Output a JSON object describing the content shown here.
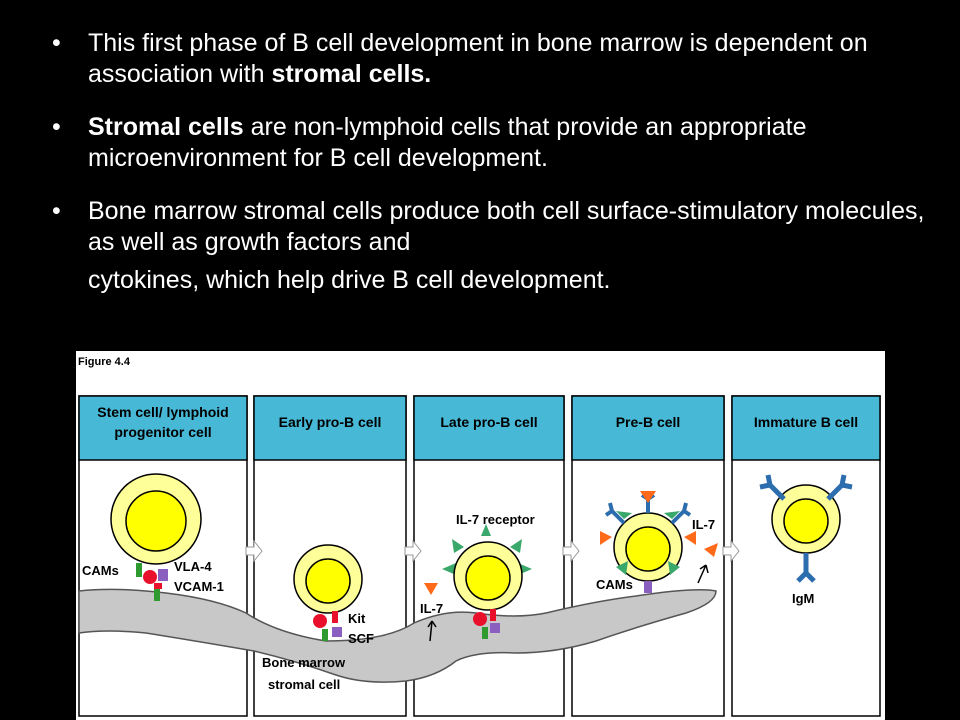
{
  "bullets": [
    {
      "pre": "This first phase of B cell development  in bone marrow is dependent on association with ",
      "bold": "stromal cells."
    },
    {
      "bold": "Stromal cells",
      "post": " are non-lymphoid cells that provide an appropriate microenvironment for B cell development."
    },
    {
      "line1": "Bone marrow stromal cells produce both cell surface-stimulatory molecules, as well as growth factors and",
      "line2": "cytokines, which help drive B cell development."
    }
  ],
  "figure": {
    "label": "Figure 4.4",
    "stages": [
      {
        "line1": "Stem cell/ lymphoid",
        "line2": "progenitor cell"
      },
      {
        "line1": "Early pro-B cell",
        "line2": ""
      },
      {
        "line1": "Late pro-B cell",
        "line2": ""
      },
      {
        "line1": "Pre-B cell",
        "line2": ""
      },
      {
        "line1": "Immature B cell",
        "line2": ""
      }
    ],
    "labels": {
      "cams_1": "CAMs",
      "vla4": "VLA-4",
      "vcam1": "VCAM-1",
      "kit": "Kit",
      "scf": "SCF",
      "bone_marrow_1": "Bone marrow",
      "bone_marrow_2": "stromal cell",
      "il7_receptor": "IL-7 receptor",
      "il7_a": "IL-7",
      "il7_b": "IL-7",
      "cams_2": "CAMs",
      "igm": "IgM"
    },
    "colors": {
      "header": "#47b9d7",
      "cell_outer": "#ffff99",
      "cell_inner": "#ffff00",
      "stroma": "#c8c8c8",
      "receptor_red": "#e8102a",
      "receptor_green": "#2f9a2f",
      "ligand_purple": "#8a5fc0",
      "il7_orange": "#ff6a1a",
      "antibody_blue": "#2b6dad",
      "green_spike": "#3aa86a"
    }
  }
}
